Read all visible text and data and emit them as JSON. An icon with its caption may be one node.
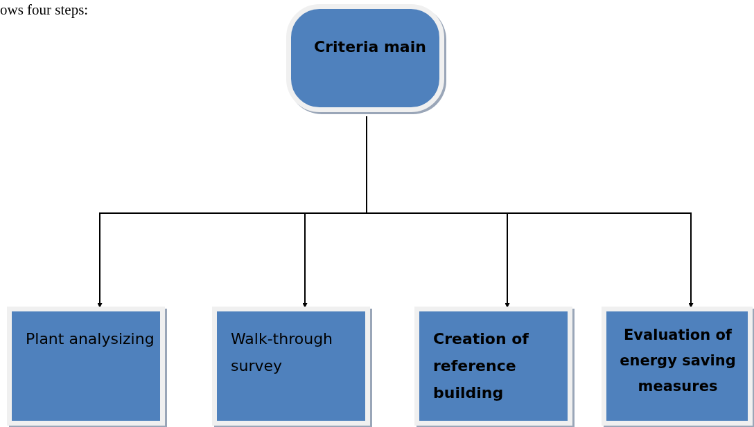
{
  "diagram": {
    "nodes": [
      {
        "text": [
          "Criteria main"
        ]
      },
      {
        "text": [
          "Plant analysizing"
        ]
      },
      {
        "text": [
          "Walk-through survey"
        ]
      },
      {
        "text": [
          "Creation of reference building"
        ]
      },
      {
        "text": [
          "Evaluation of energy saving measures"
        ]
      }
    ],
    "edges": [
      {
        "from": 0,
        "to": 1,
        "arrow": "to"
      },
      {
        "from": 0,
        "to": 2,
        "arrow": "to"
      },
      {
        "from": 0,
        "to": 3,
        "arrow": "to"
      },
      {
        "from": 0,
        "to": 4,
        "arrow": "to"
      }
    ],
    "labels": [
      "ows four steps:"
    ]
  }
}
